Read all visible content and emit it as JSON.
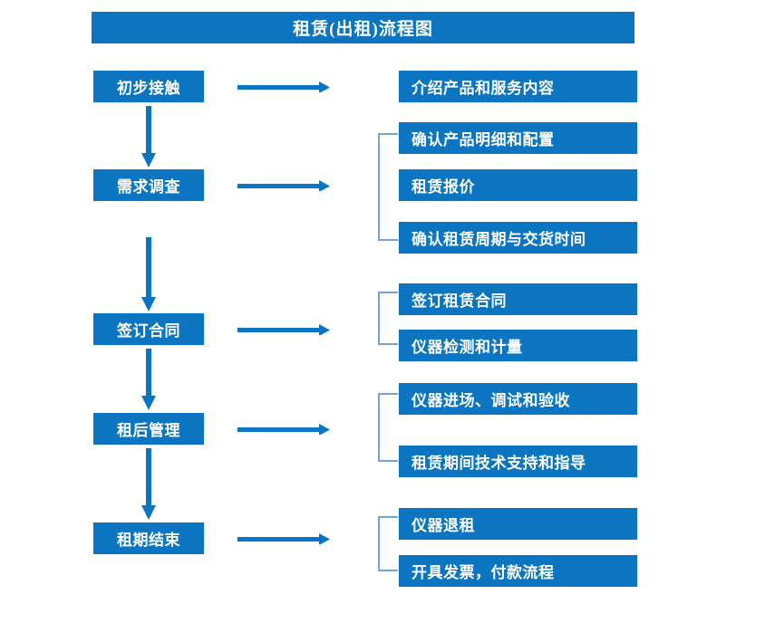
{
  "diagram": {
    "title": "租赁(出租)流程图",
    "colors": {
      "box_fill": "#0b75c2",
      "box_text": "#ffffff",
      "arrow": "#0b75c2",
      "bracket": "#6fa8d8",
      "background": "#ffffff"
    },
    "stages": [
      {
        "id": "stage-1",
        "label": "初步接触"
      },
      {
        "id": "stage-2",
        "label": "需求调查"
      },
      {
        "id": "stage-3",
        "label": "签订合同"
      },
      {
        "id": "stage-4",
        "label": "租后管理"
      },
      {
        "id": "stage-5",
        "label": "租期结束"
      }
    ],
    "details": [
      {
        "id": "detail-1-1",
        "label": "介绍产品和服务内容"
      },
      {
        "id": "detail-2-1",
        "label": "确认产品明细和配置"
      },
      {
        "id": "detail-2-2",
        "label": "租赁报价"
      },
      {
        "id": "detail-2-3",
        "label": "确认租赁周期与交货时间"
      },
      {
        "id": "detail-3-1",
        "label": "签订租赁合同"
      },
      {
        "id": "detail-3-2",
        "label": "仪器检测和计量"
      },
      {
        "id": "detail-4-1",
        "label": "仪器进场、调试和验收"
      },
      {
        "id": "detail-4-2",
        "label": "租赁期间技术支持和指导"
      },
      {
        "id": "detail-5-1",
        "label": "仪器退租"
      },
      {
        "id": "detail-5-2",
        "label": "开具发票，付款流程"
      }
    ]
  }
}
